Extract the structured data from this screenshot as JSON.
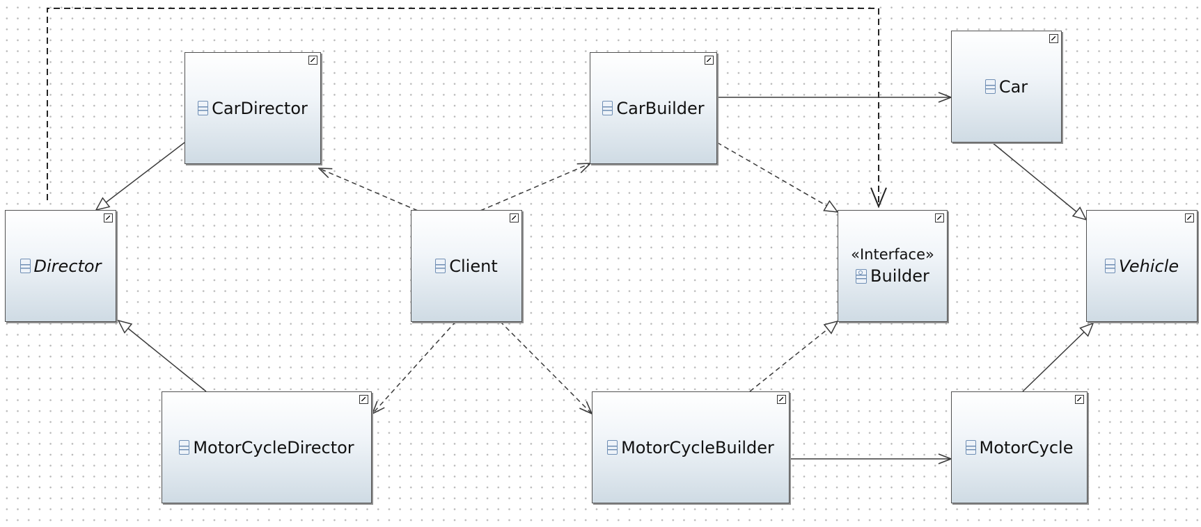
{
  "diagram": {
    "colors": {
      "line": "#3a3a3a",
      "box_border": "#505050",
      "box_gradient_top": "#ffffff",
      "box_gradient_bottom": "#cfdbe4",
      "icon_blue": "#6f8eb4",
      "grid_dot": "#b9b9b9"
    },
    "nodes": {
      "car_director": {
        "label": "CarDirector",
        "icon": "class-icon"
      },
      "car_builder": {
        "label": "CarBuilder",
        "icon": "class-icon"
      },
      "car": {
        "label": "Car",
        "icon": "class-icon"
      },
      "director": {
        "label": "Director",
        "icon": "class-icon",
        "abstract": true
      },
      "client": {
        "label": "Client",
        "icon": "class-icon"
      },
      "builder": {
        "stereotype": "«Interface»",
        "label": "Builder",
        "icon": "interface-icon"
      },
      "vehicle": {
        "label": "Vehicle",
        "icon": "class-icon",
        "abstract": true
      },
      "motorcycle_director": {
        "label": "MotorCycleDirector",
        "icon": "class-icon"
      },
      "motorcycle_builder": {
        "label": "MotorCycleBuilder",
        "icon": "class-icon"
      },
      "motorcycle": {
        "label": "MotorCycle",
        "icon": "class-icon"
      }
    },
    "edges": [
      {
        "from": "Director",
        "to": "Builder",
        "type": "association",
        "style": "dashed",
        "arrow": "open"
      },
      {
        "from": "CarDirector",
        "to": "Director",
        "type": "generalization",
        "style": "solid",
        "arrow": "hollow-triangle"
      },
      {
        "from": "MotorCycleDirector",
        "to": "Director",
        "type": "generalization",
        "style": "solid",
        "arrow": "hollow-triangle"
      },
      {
        "from": "Client",
        "to": "CarDirector",
        "type": "dependency",
        "style": "dashed",
        "arrow": "open"
      },
      {
        "from": "Client",
        "to": "CarBuilder",
        "type": "dependency",
        "style": "dashed",
        "arrow": "open"
      },
      {
        "from": "Client",
        "to": "MotorCycleDirector",
        "type": "dependency",
        "style": "dashed",
        "arrow": "open"
      },
      {
        "from": "Client",
        "to": "MotorCycleBuilder",
        "type": "dependency",
        "style": "dashed",
        "arrow": "open"
      },
      {
        "from": "CarBuilder",
        "to": "Car",
        "type": "association",
        "style": "solid",
        "arrow": "open"
      },
      {
        "from": "CarBuilder",
        "to": "Builder",
        "type": "realization",
        "style": "dashed",
        "arrow": "hollow-triangle"
      },
      {
        "from": "MotorCycleBuilder",
        "to": "Builder",
        "type": "realization",
        "style": "dashed",
        "arrow": "hollow-triangle"
      },
      {
        "from": "MotorCycleBuilder",
        "to": "MotorCycle",
        "type": "association",
        "style": "solid",
        "arrow": "open"
      },
      {
        "from": "Car",
        "to": "Vehicle",
        "type": "generalization",
        "style": "solid",
        "arrow": "hollow-triangle"
      },
      {
        "from": "MotorCycle",
        "to": "Vehicle",
        "type": "generalization",
        "style": "solid",
        "arrow": "hollow-triangle"
      }
    ]
  }
}
